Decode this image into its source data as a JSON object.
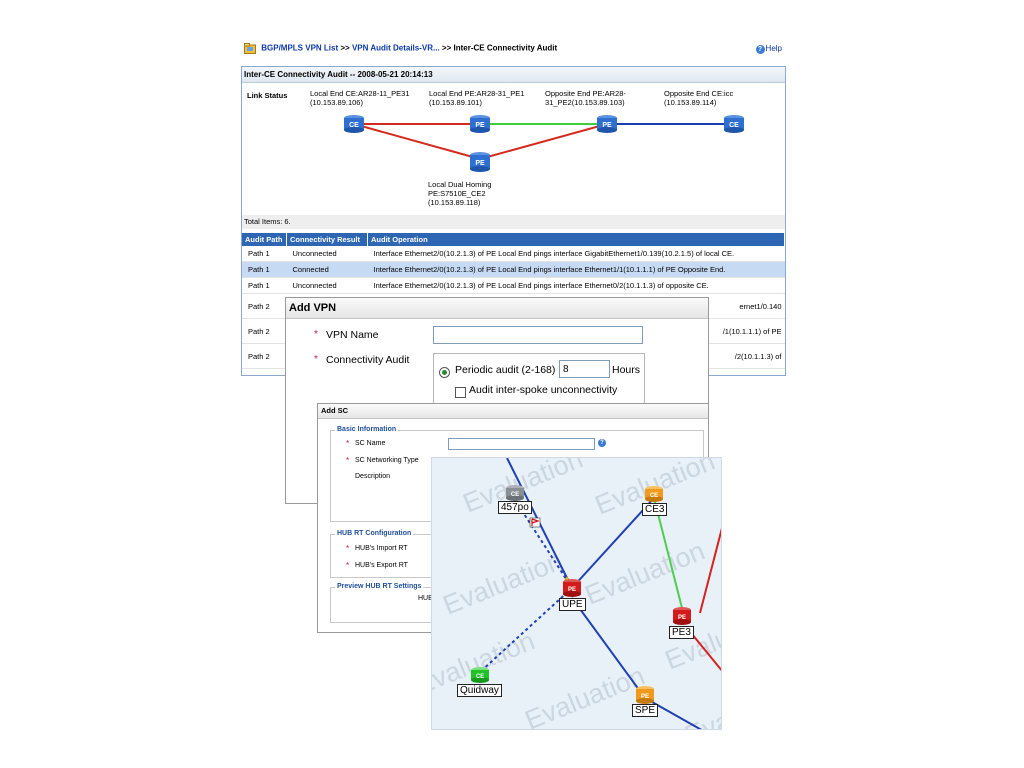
{
  "breadcrumb": {
    "items": [
      "BGP/MPLS VPN List",
      "VPN Audit Details-VR...",
      "Inter-CE Connectivity Audit"
    ],
    "separator": ">>"
  },
  "help_label": "Help",
  "audit": {
    "title": "Inter-CE Connectivity Audit -- 2008-05-21 20:14:13",
    "link_status_label": "Link Status",
    "endpoints": {
      "local_ce": [
        "Local End CE:AR28-11_PE31",
        "(10.153.89.106)"
      ],
      "local_pe": [
        "Local End PE:AR28-31_PE1",
        "(10.153.89.101)"
      ],
      "opp_pe": [
        "Opposite End PE:AR28-",
        "31_PE2(10.153.89.103)"
      ],
      "opp_ce": [
        "Opposite End CE:icc",
        "(10.153.89.114)"
      ],
      "dual": [
        "Local Dual Homing",
        "PE:S7510E_CE2",
        "(10.153.89.118)"
      ]
    },
    "node_labels": {
      "ce": "CE",
      "pe": "PE"
    },
    "colors": {
      "down": "#d42a1e",
      "up": "#3ccf3c",
      "normal": "#1b3fb0",
      "node": "#2f6fd0"
    },
    "total_items": "Total Items: 6.",
    "columns": [
      "Audit Path",
      "Connectivity Result",
      "Audit Operation"
    ],
    "rows": [
      {
        "path": "Path 1",
        "result": "Unconnected",
        "op": "Interface Ethernet2/0(10.2.1.3) of PE Local End pings interface GigabitEthernet1/0.139(10.2.1.5) of local CE."
      },
      {
        "path": "Path 1",
        "result": "Connected",
        "op": "Interface Ethernet2/0(10.2.1.3) of PE Local End pings interface Ethernet1/1(10.1.1.1) of PE Opposite End."
      },
      {
        "path": "Path 1",
        "result": "Unconnected",
        "op": "Interface Ethernet2/0(10.2.1.3) of PE Local End pings interface Ethernet0/2(10.1.1.3) of opposite CE."
      },
      {
        "path": "Path 2",
        "result": "",
        "op": "ernet1/0.140"
      },
      {
        "path": "Path 2",
        "result": "",
        "op": "/1(10.1.1.1) of PE"
      },
      {
        "path": "Path 2",
        "result": "",
        "op": "/2(10.1.1.3) of"
      }
    ]
  },
  "add_vpn": {
    "title": "Add VPN",
    "vpn_name_label": "VPN Name",
    "vpn_name_value": "",
    "connectivity_label": "Connectivity Audit",
    "periodic_label": "Periodic audit (2-168)",
    "periodic_value": "8",
    "hours_label": "Hours",
    "spoke_label": "Audit inter-spoke unconnectivity"
  },
  "add_sc": {
    "title": "Add SC",
    "basic_info": "Basic Information",
    "sc_name_label": "SC Name",
    "sc_net_type_label": "SC Networking Type",
    "description_label": "Description",
    "hub_rt": "HUB RT Configuration",
    "import_rt_label": "HUB's Import RT",
    "export_rt_label": "HUB's Export RT",
    "preview_label": "Preview HUB RT Settings",
    "hub_prefix": "HUB"
  },
  "topology": {
    "watermark": "Evaluation",
    "nodes": {
      "n457": {
        "type": "CE",
        "label": "457po"
      },
      "ce3": {
        "type": "CE",
        "label": "CE3"
      },
      "upe": {
        "type": "PE",
        "label": "UPE"
      },
      "pe3": {
        "type": "PE",
        "label": "PE3"
      },
      "quid": {
        "type": "CE",
        "label": "Quidway"
      },
      "spe": {
        "type": "PE",
        "label": "SPE"
      }
    },
    "colors": {
      "gray": "#8a8f96",
      "orange": "#ef9a1c",
      "red": "#d21b1b",
      "green": "#22c12a",
      "blue": "#1f3fb3",
      "link_red": "#d82020",
      "link_green": "#4ccf4c"
    }
  },
  "icons": [
    "folder-icon",
    "help-icon",
    "info-icon",
    "red-flag-icon",
    "yellow-warning-icon"
  ]
}
